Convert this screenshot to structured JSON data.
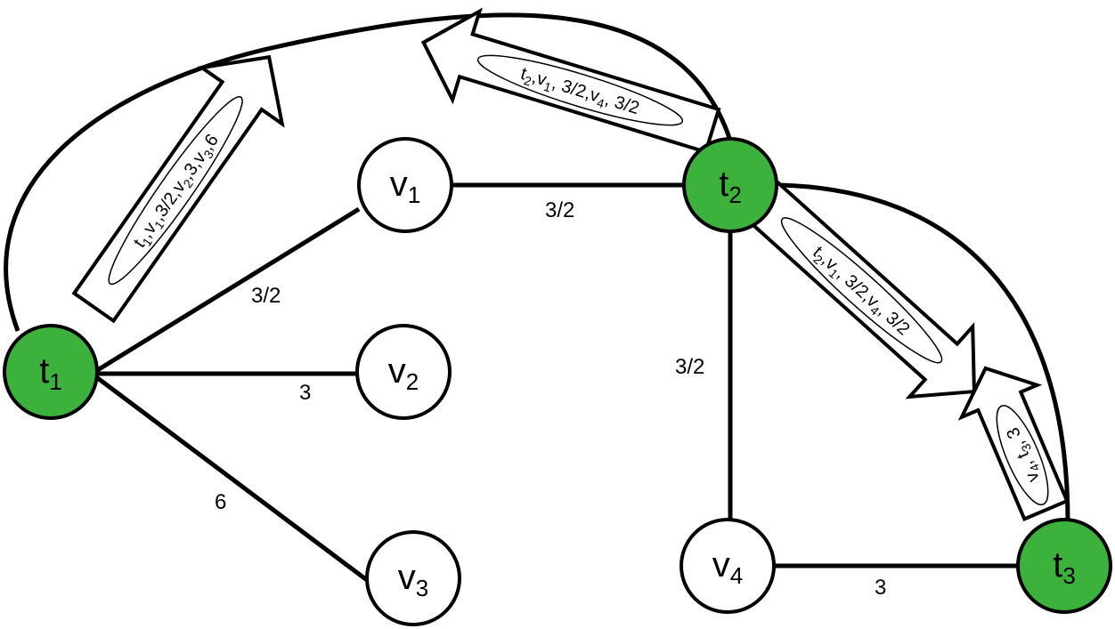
{
  "colors": {
    "terminal_fill": "#3cb23c",
    "node_fill": "#ffffff",
    "stroke": "#000000"
  },
  "nodes": {
    "t1": {
      "base": "t",
      "sub": "1"
    },
    "t2": {
      "base": "t",
      "sub": "2"
    },
    "t3": {
      "base": "t",
      "sub": "3"
    },
    "v1": {
      "base": "v",
      "sub": "1"
    },
    "v2": {
      "base": "v",
      "sub": "2"
    },
    "v3": {
      "base": "v",
      "sub": "3"
    },
    "v4": {
      "base": "v",
      "sub": "4"
    }
  },
  "edges": {
    "t1_v1": "3/2",
    "t1_v2": "3",
    "t1_v3": "6",
    "v1_t2": "3/2",
    "t2_v4": "3/2",
    "v4_t3": "3"
  },
  "arrows": {
    "a1": [
      {
        "t": "t"
      },
      {
        "s": "1"
      },
      {
        "t": ",v"
      },
      {
        "s": "1"
      },
      {
        "t": ",3/2,v"
      },
      {
        "s": "2"
      },
      {
        "t": ",3,v"
      },
      {
        "s": "3"
      },
      {
        "t": ",6"
      }
    ],
    "a2": [
      {
        "t": "t"
      },
      {
        "s": "2"
      },
      {
        "t": ",v"
      },
      {
        "s": "1"
      },
      {
        "t": ", 3/2,v"
      },
      {
        "s": "4"
      },
      {
        "t": ", 3/2"
      }
    ],
    "a3": [
      {
        "t": "t"
      },
      {
        "s": "2"
      },
      {
        "t": ",v"
      },
      {
        "s": "1"
      },
      {
        "t": ", 3/2,v"
      },
      {
        "s": "4"
      },
      {
        "t": ", 3/2"
      }
    ],
    "a4": [
      {
        "t": "v"
      },
      {
        "s": "4"
      },
      {
        "t": ", t"
      },
      {
        "s": "3"
      },
      {
        "t": ", 3"
      }
    ]
  }
}
